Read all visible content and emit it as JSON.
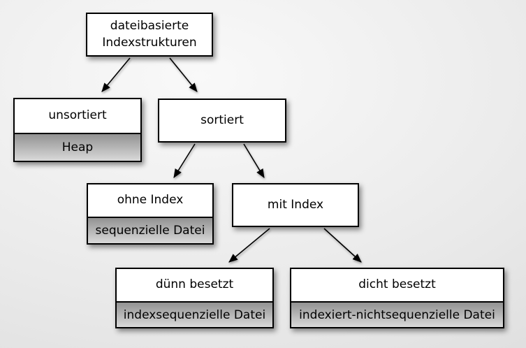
{
  "diagram": {
    "nodes": {
      "root": {
        "label": "dateibasierte Indexstrukturen"
      },
      "unsortiert": {
        "label": "unsortiert",
        "sublabel": "Heap"
      },
      "sortiert": {
        "label": "sortiert"
      },
      "ohne_index": {
        "label": "ohne Index",
        "sublabel": "sequenzielle Datei"
      },
      "mit_index": {
        "label": "mit Index"
      },
      "duenn_besetzt": {
        "label": "dünn besetzt",
        "sublabel": "indexsequenzielle Datei"
      },
      "dicht_besetzt": {
        "label": "dicht besetzt",
        "sublabel": "indexiert-nichtsequenzielle Datei"
      }
    },
    "edges": [
      {
        "from": "root",
        "to": "unsortiert"
      },
      {
        "from": "root",
        "to": "sortiert"
      },
      {
        "from": "sortiert",
        "to": "ohne_index"
      },
      {
        "from": "sortiert",
        "to": "mit_index"
      },
      {
        "from": "mit_index",
        "to": "duenn_besetzt"
      },
      {
        "from": "mit_index",
        "to": "dicht_besetzt"
      }
    ],
    "colors": {
      "background": "#e9e9e9",
      "background_light": "#f9f9f9",
      "background_dark": "#d9d9d9",
      "box_fill": "#ffffff",
      "box_border": "#000000",
      "sublabel_gradient_top": "#929292",
      "sublabel_gradient_bottom": "#d9d9d9",
      "arrow": "#000000",
      "text": "#000000"
    }
  }
}
